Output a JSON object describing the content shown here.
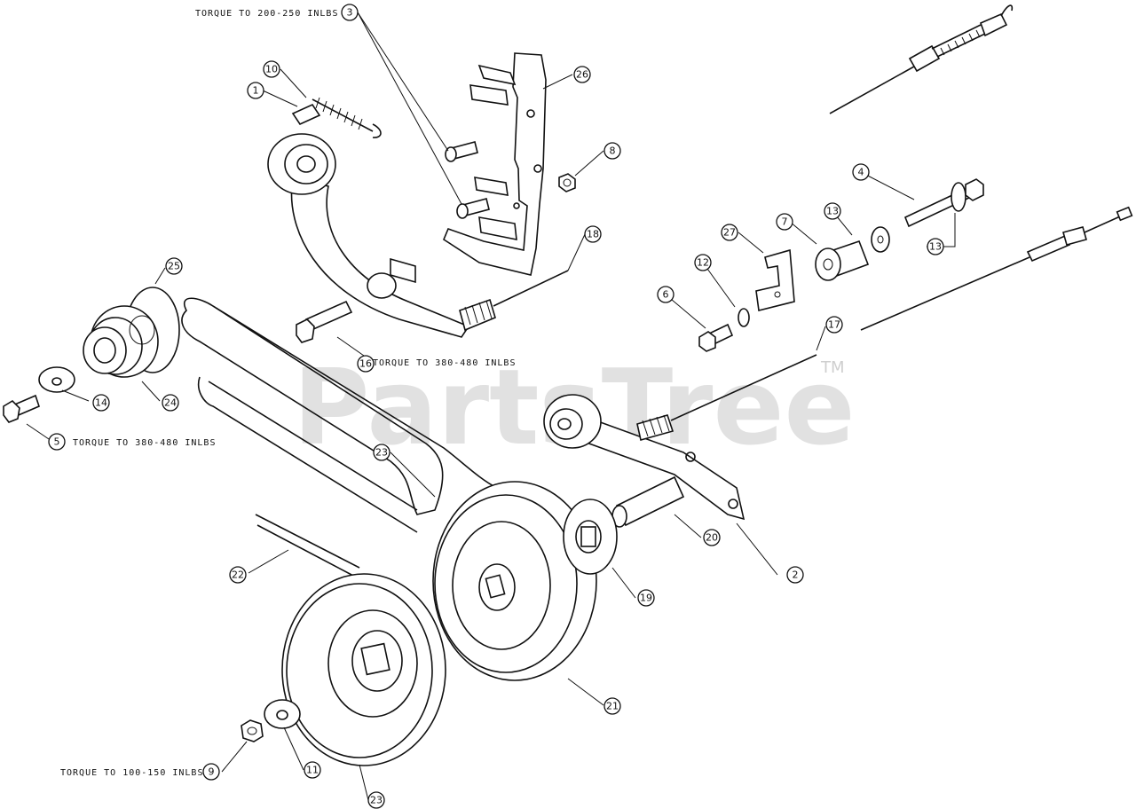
{
  "watermark": {
    "text": "PartsTree",
    "trademark": "TM"
  },
  "torque_notes": {
    "bolt_3": "TORQUE TO 200-250 INLBS",
    "bolt_16": "TORQUE TO 380-480 INLBS",
    "bolt_5": "TORQUE TO 380-480 INLBS",
    "nut_9": "TORQUE TO 100-150 INLBS"
  },
  "callouts": [
    {
      "id": "c1",
      "label": "1"
    },
    {
      "id": "c2",
      "label": "2"
    },
    {
      "id": "c3",
      "label": "3"
    },
    {
      "id": "c4",
      "label": "4"
    },
    {
      "id": "c5",
      "label": "5"
    },
    {
      "id": "c6",
      "label": "6"
    },
    {
      "id": "c7",
      "label": "7"
    },
    {
      "id": "c8",
      "label": "8"
    },
    {
      "id": "c9",
      "label": "9"
    },
    {
      "id": "c10",
      "label": "10"
    },
    {
      "id": "c11",
      "label": "11"
    },
    {
      "id": "c12",
      "label": "12"
    },
    {
      "id": "c13a",
      "label": "13"
    },
    {
      "id": "c13b",
      "label": "13"
    },
    {
      "id": "c14",
      "label": "14"
    },
    {
      "id": "c16",
      "label": "16"
    },
    {
      "id": "c17",
      "label": "17"
    },
    {
      "id": "c18",
      "label": "18"
    },
    {
      "id": "c19",
      "label": "19"
    },
    {
      "id": "c20",
      "label": "20"
    },
    {
      "id": "c21",
      "label": "21"
    },
    {
      "id": "c22",
      "label": "22"
    },
    {
      "id": "c23a",
      "label": "23"
    },
    {
      "id": "c23b",
      "label": "23"
    },
    {
      "id": "c24",
      "label": "24"
    },
    {
      "id": "c25",
      "label": "25"
    },
    {
      "id": "c26",
      "label": "26"
    },
    {
      "id": "c27",
      "label": "27"
    }
  ]
}
